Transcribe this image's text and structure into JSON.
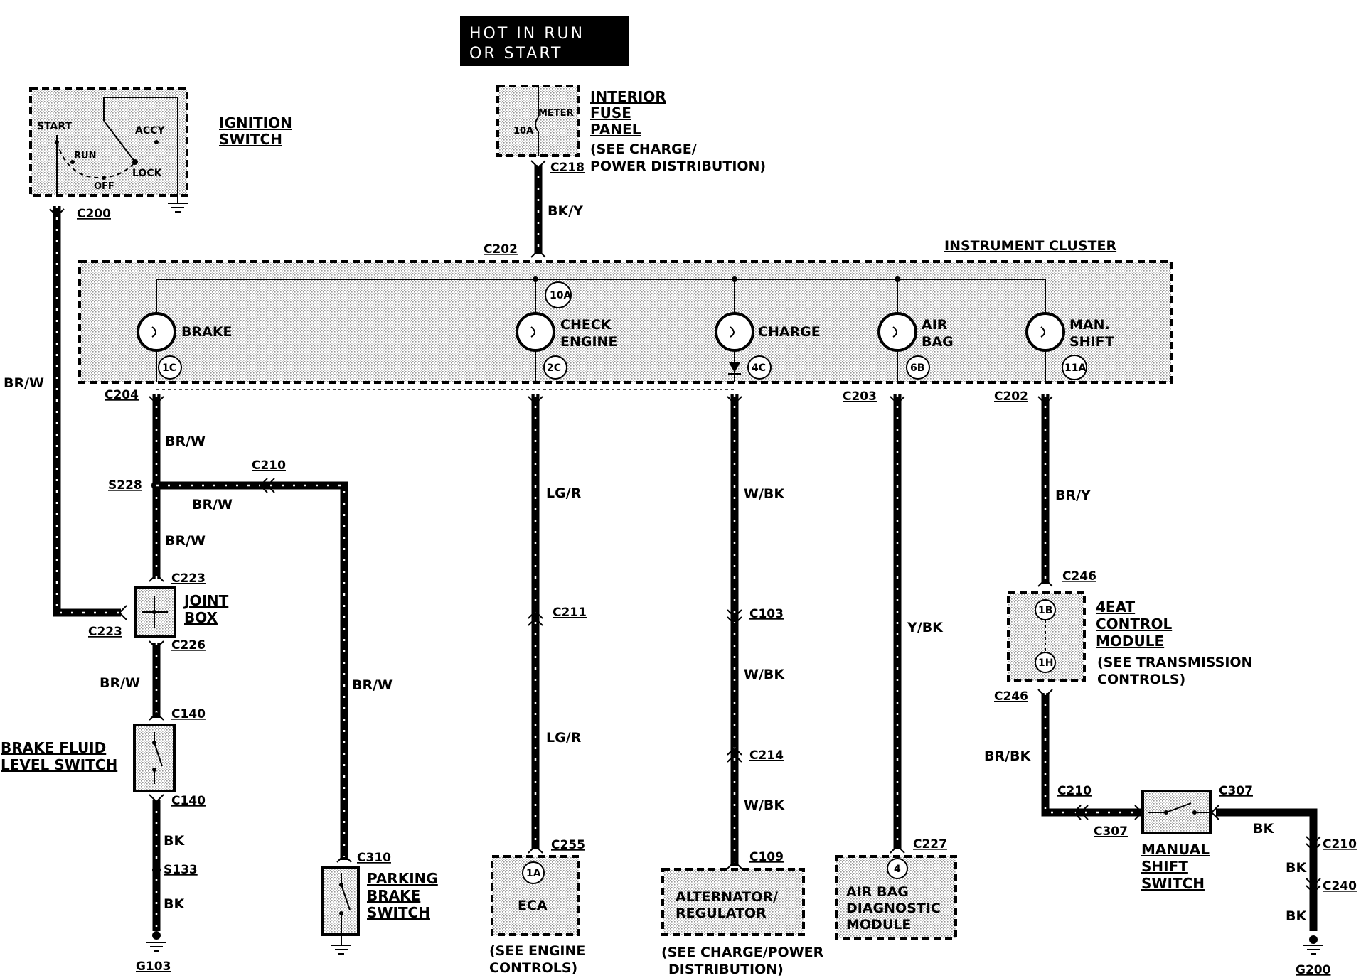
{
  "banner": {
    "line1": "HOT IN RUN",
    "line2": "OR START"
  },
  "ignition_switch": {
    "title1": "IGNITION",
    "title2": "SWITCH",
    "positions": [
      "START",
      "RUN",
      "OFF",
      "LOCK",
      "ACCY"
    ],
    "connector": "C200"
  },
  "fuse_panel": {
    "title1": "INTERIOR",
    "title2": "FUSE",
    "title3": "PANEL",
    "note1": "(SEE CHARGE/",
    "note2": "POWER DISTRIBUTION)",
    "fuse_name": "METER",
    "fuse_rating": "10A",
    "connector": "C218"
  },
  "cluster": {
    "title": "INSTRUMENT CLUSTER",
    "top_connector": "C202",
    "top_pin": "10A",
    "lamps": [
      {
        "l1": "BRAKE",
        "l2": "",
        "pin": "1C",
        "connector": "C204"
      },
      {
        "l1": "CHECK",
        "l2": "ENGINE",
        "pin": "2C",
        "connector": ""
      },
      {
        "l1": "CHARGE",
        "l2": "",
        "pin": "4C",
        "connector": ""
      },
      {
        "l1": "AIR",
        "l2": "BAG",
        "pin": "6B",
        "connector": "C203"
      },
      {
        "l1": "MAN.",
        "l2": "SHIFT",
        "pin": "11A",
        "connector": "C202"
      }
    ]
  },
  "wires": {
    "bky": "BK/Y",
    "brw": "BR/W",
    "lgr": "LG/R",
    "wbk": "W/BK",
    "ybk": "Y/BK",
    "bry": "BR/Y",
    "brbk": "BR/BK",
    "bk": "BK"
  },
  "splices": {
    "s228": "S228",
    "s133": "S133"
  },
  "connectors": {
    "c210": "C210",
    "c223": "C223",
    "c226": "C226",
    "c140": "C140",
    "c310": "C310",
    "c211": "C211",
    "c255": "C255",
    "c103": "C103",
    "c214": "C214",
    "c109": "C109",
    "c227": "C227",
    "c246": "C246",
    "c307": "C307",
    "c240": "C240"
  },
  "grounds": {
    "g103": "G103",
    "g200": "G200"
  },
  "joint_box": {
    "title1": "JOINT",
    "title2": "BOX"
  },
  "brake_fluid": {
    "title1": "BRAKE FLUID",
    "title2": "LEVEL SWITCH"
  },
  "parking_brake": {
    "title1": "PARKING",
    "title2": "BRAKE",
    "title3": "SWITCH"
  },
  "eca": {
    "pin": "1A",
    "title": "ECA",
    "note1": "(SEE ENGINE",
    "note2": "CONTROLS)"
  },
  "alternator": {
    "title1": "ALTERNATOR/",
    "title2": "REGULATOR",
    "note1": "(SEE CHARGE/POWER",
    "note2": "DISTRIBUTION)"
  },
  "airbag_module": {
    "pin": "4",
    "title1": "AIR BAG",
    "title2": "DIAGNOSTIC",
    "title3": "MODULE"
  },
  "control_module": {
    "title1": "4EAT",
    "title2": "CONTROL",
    "title3": "MODULE",
    "note1": "(SEE TRANSMISSION",
    "note2": "CONTROLS)",
    "pin1": "1B",
    "pin2": "1H"
  },
  "manual_shift": {
    "title1": "MANUAL",
    "title2": "SHIFT",
    "title3": "SWITCH"
  }
}
